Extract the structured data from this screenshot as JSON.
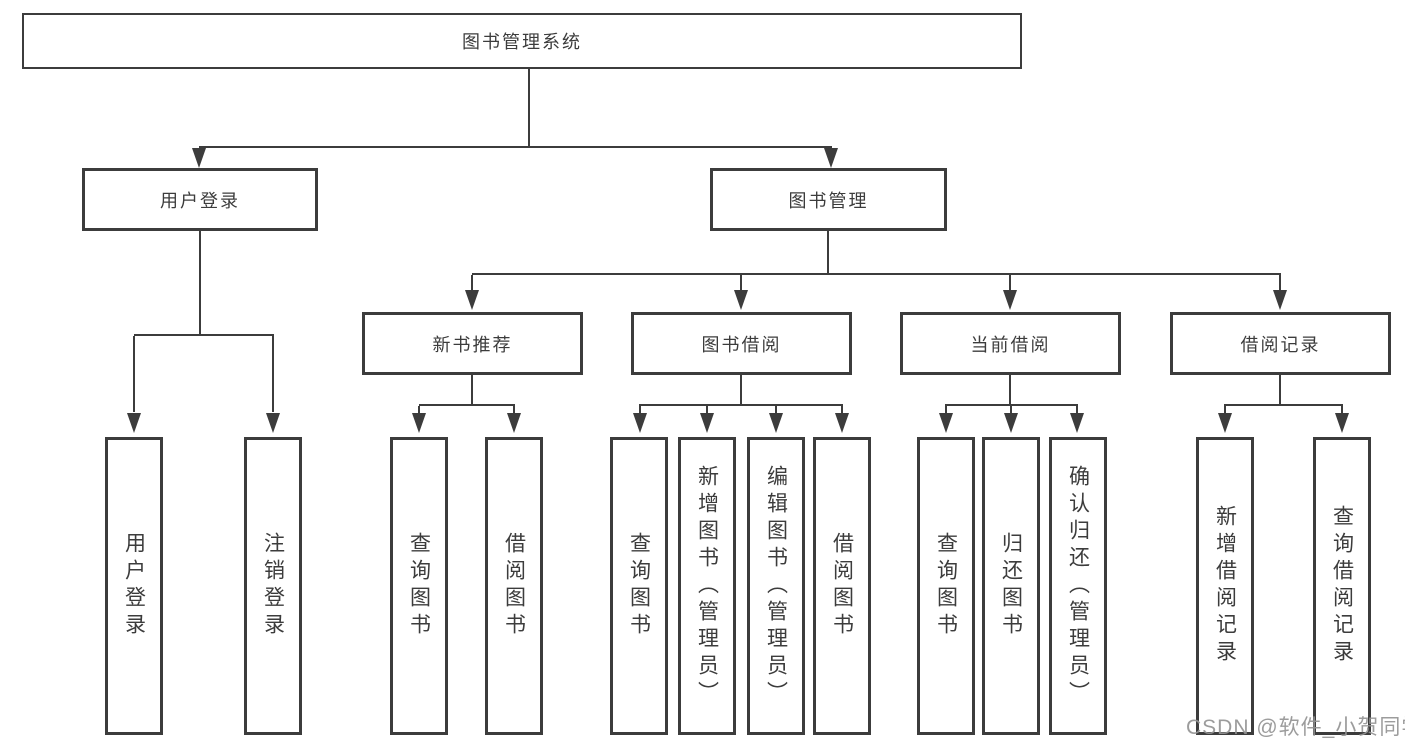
{
  "tree": {
    "label": "图书管理系统",
    "children": [
      {
        "label": "用户登录",
        "children": [
          {
            "label": "用户登录"
          },
          {
            "label": "注销登录"
          }
        ]
      },
      {
        "label": "图书管理",
        "children": [
          {
            "label": "新书推荐",
            "children": [
              {
                "label": "查询图书"
              },
              {
                "label": "借阅图书"
              }
            ]
          },
          {
            "label": "图书借阅",
            "children": [
              {
                "label": "查询图书"
              },
              {
                "label": "新增图书（管理员）"
              },
              {
                "label": "编辑图书（管理员）"
              },
              {
                "label": "借阅图书"
              }
            ]
          },
          {
            "label": "当前借阅",
            "children": [
              {
                "label": "查询图书"
              },
              {
                "label": "归还图书"
              },
              {
                "label": "确认归还（管理员）"
              }
            ]
          },
          {
            "label": "借阅记录",
            "children": [
              {
                "label": "新增借阅记录"
              },
              {
                "label": "查询借阅记录"
              }
            ]
          }
        ]
      }
    ]
  },
  "watermark": {
    "text": "CSDN @软件_小贺同学"
  },
  "colors": {
    "line": "#3c3c3c",
    "box_border": "#3c3c3c",
    "text": "#3c3c3c",
    "watermark": "#949494",
    "background": "#ffffff"
  }
}
